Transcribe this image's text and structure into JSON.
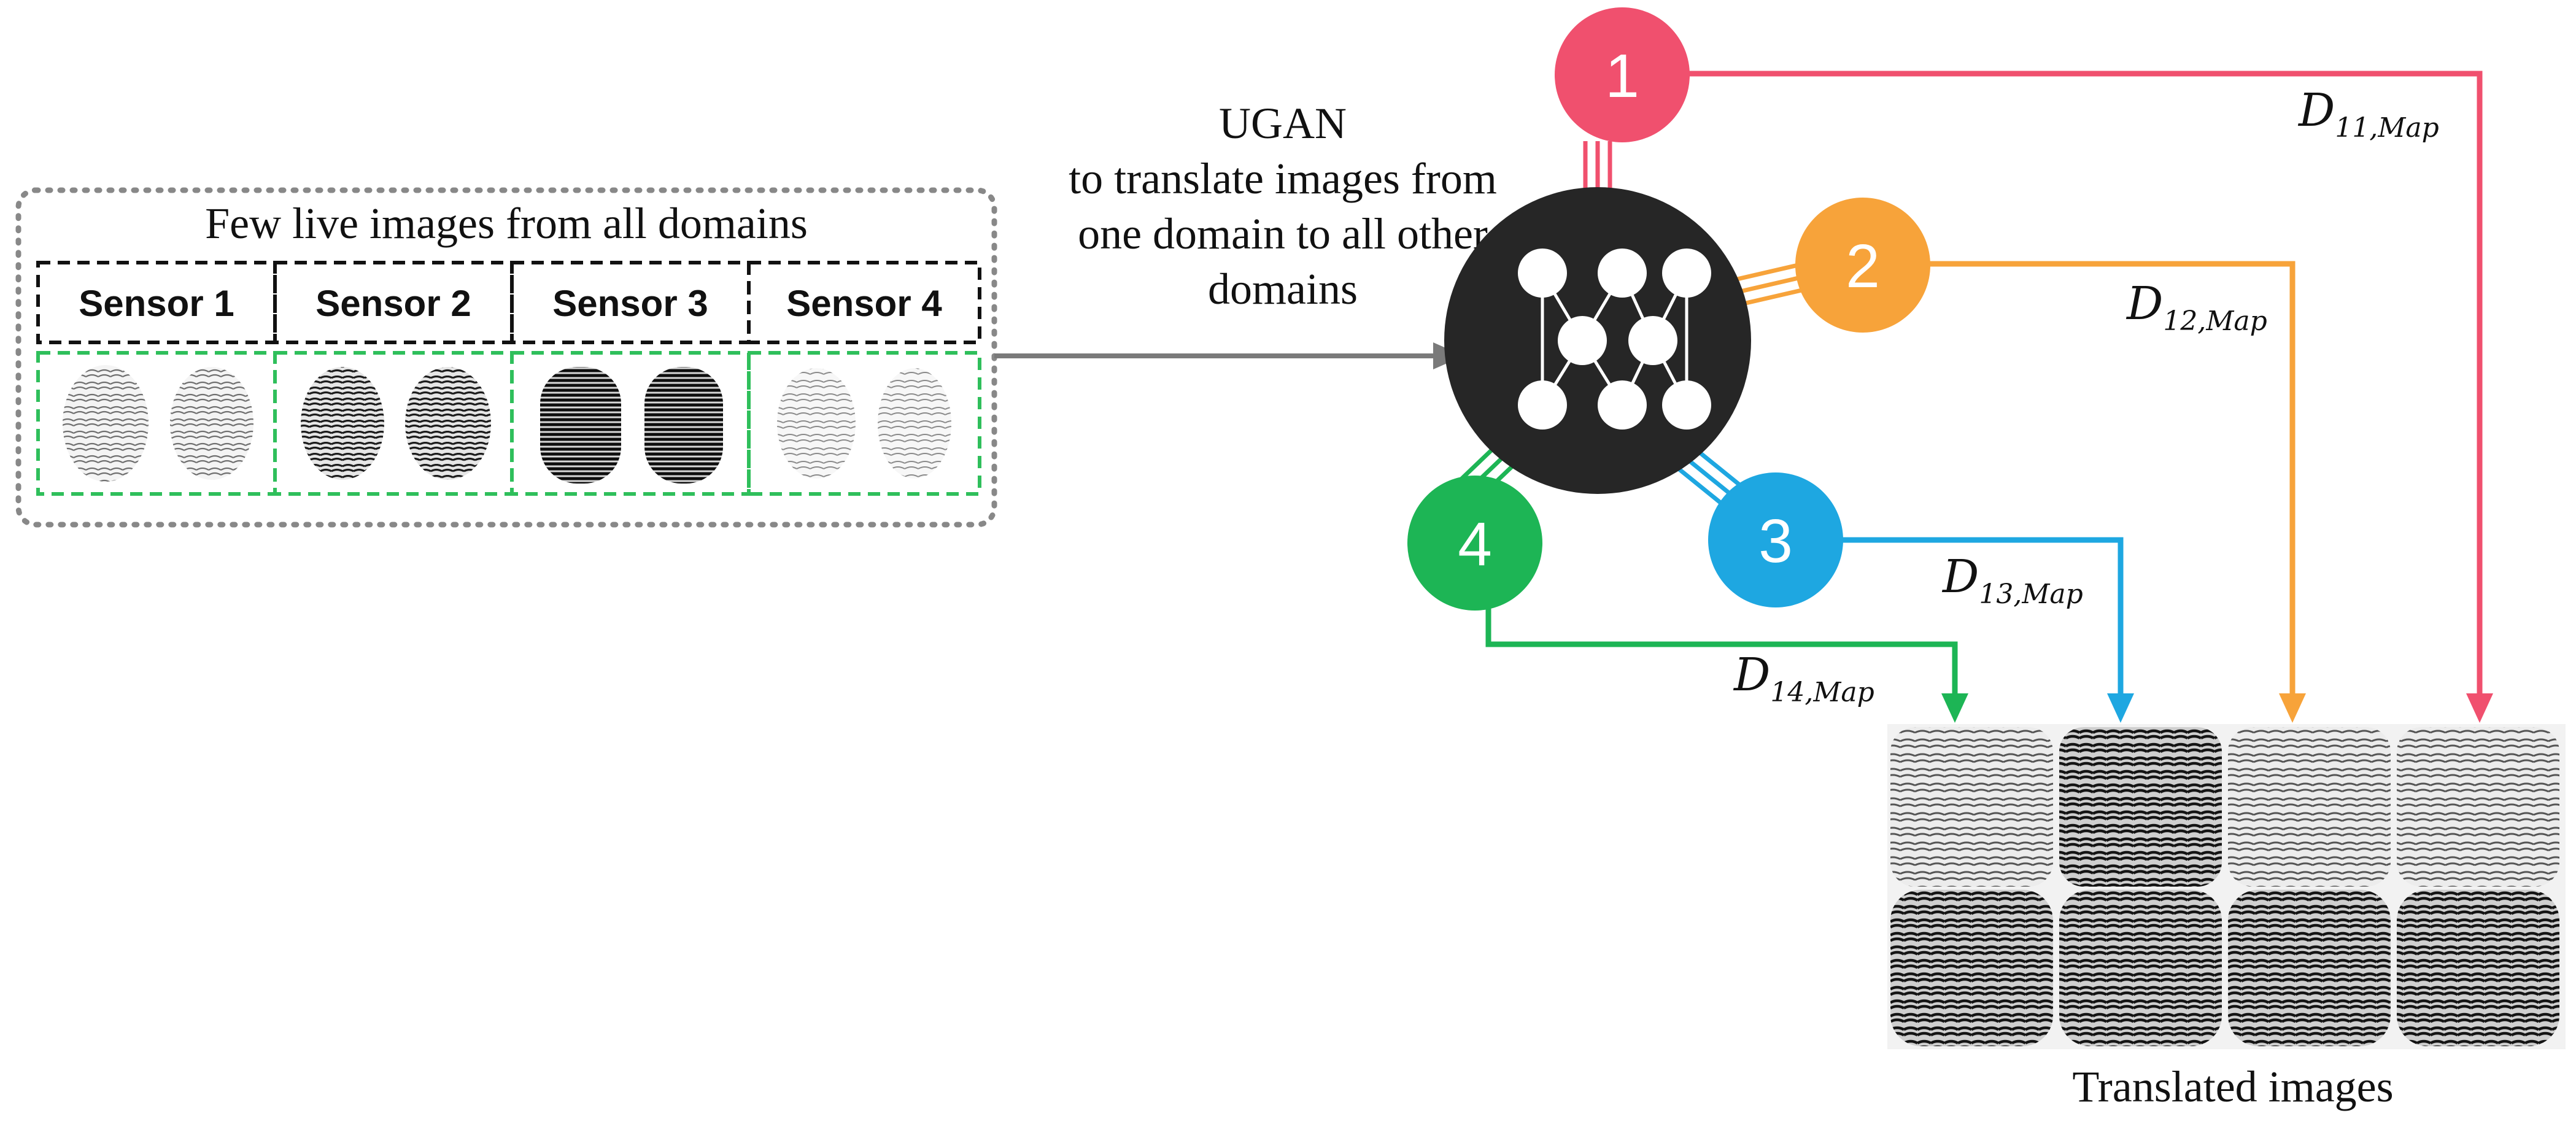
{
  "input_panel": {
    "title": "Few live images from all domains",
    "sensors": [
      {
        "label": "Sensor 1"
      },
      {
        "label": "Sensor 2"
      },
      {
        "label": "Sensor 3"
      },
      {
        "label": "Sensor 4"
      }
    ]
  },
  "ugan": {
    "lines": [
      "UGAN",
      "to translate images from",
      "one domain to all other",
      "domains"
    ]
  },
  "nodes": [
    {
      "num": "1",
      "color": "#f0506e"
    },
    {
      "num": "2",
      "color": "#f7a33a"
    },
    {
      "num": "3",
      "color": "#1ea7e1"
    },
    {
      "num": "4",
      "color": "#1db555"
    }
  ],
  "mappings": [
    {
      "main": "D",
      "sub": "11,Map",
      "color": "#f0506e"
    },
    {
      "main": "D",
      "sub": "12,Map",
      "color": "#f7a33a"
    },
    {
      "main": "D",
      "sub": "13,Map",
      "color": "#1ea7e1"
    },
    {
      "main": "D",
      "sub": "14,Map",
      "color": "#1db555"
    }
  ],
  "output": {
    "caption": "Translated images"
  },
  "colors": {
    "network": "#262626",
    "input_arrow": "#7a7a7a",
    "dotted_border": "#888888",
    "fingerprint_border": "#2fbf5b"
  }
}
